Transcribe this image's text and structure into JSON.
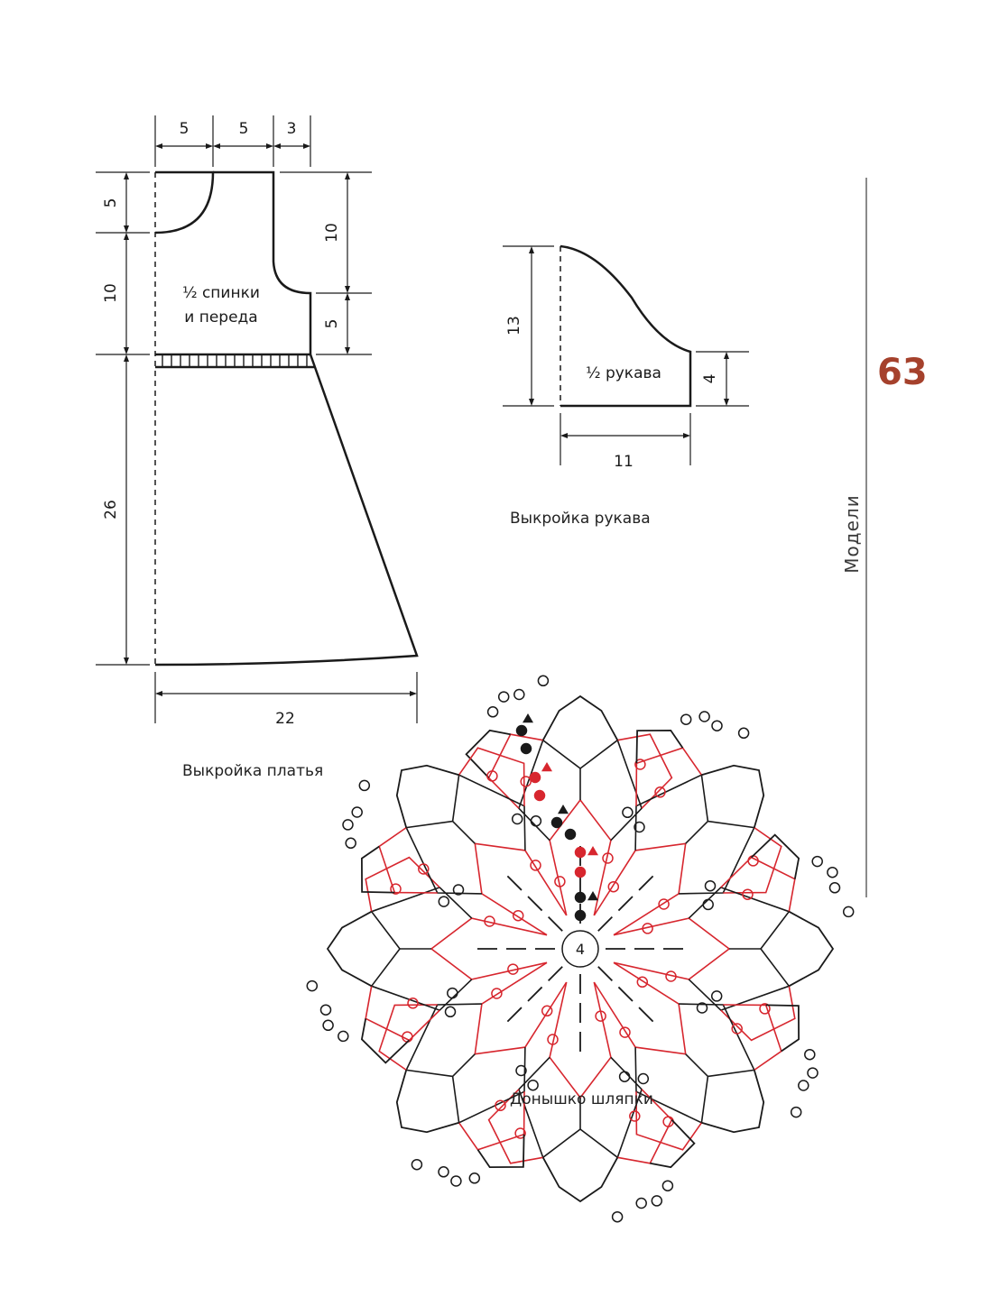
{
  "page_number": "63",
  "section_title": "Модели",
  "dress": {
    "caption": "Выкройка платья",
    "label_line1": "½ спинки",
    "label_line2": "и переда",
    "dim_top": [
      "5",
      "5",
      "3"
    ],
    "dim_left_upper": "5",
    "dim_left_mid": "10",
    "dim_left_skirt": "26",
    "dim_right_upper": "10",
    "dim_right_lower": "5",
    "dim_bottom": "22"
  },
  "sleeve": {
    "caption": "Выкройка рукава",
    "label": "½ рукава",
    "dim_height": "13",
    "dim_cuff": "4",
    "dim_width": "11"
  },
  "hat": {
    "caption": "Донышко шляпки",
    "center_label": "4",
    "colors": {
      "outline": "#1a1a1a",
      "accent": "#d7262e"
    }
  }
}
